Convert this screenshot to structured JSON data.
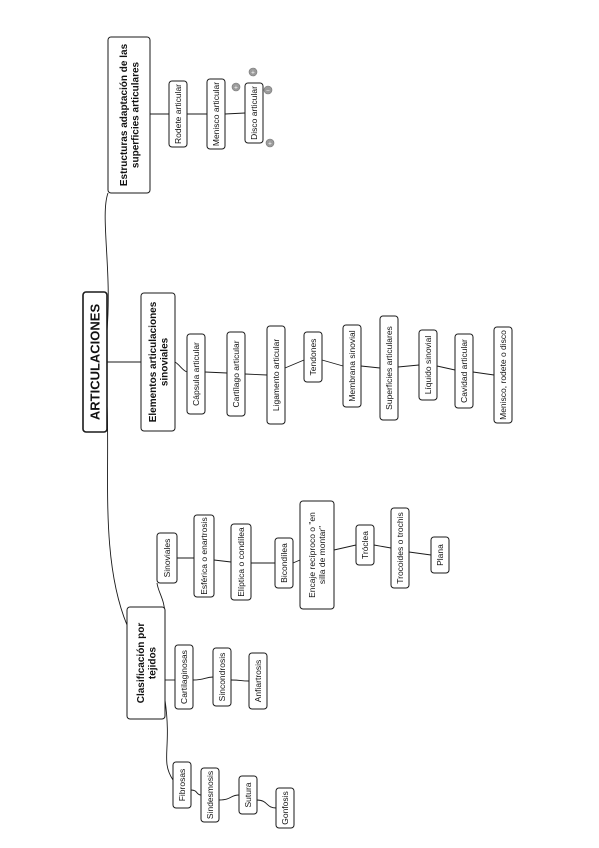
{
  "title": "ARTICULACIONES",
  "branches": {
    "clasificacion": {
      "label": [
        "Clasificación por",
        "tejidos"
      ],
      "fibrosas": "Fibrosas",
      "sindesmosis": "Sindesmosis",
      "sutura": "Sutura",
      "gonfosis": "Gonfosis",
      "cartilaginosas": "Cartilaginosas",
      "sincondrosis": "Sincondrosis",
      "anfiartrosis": "Anfiartrosis",
      "sinoviales": "Sinoviales",
      "esferica": "Esférica o enartrosis",
      "eliptica": "Elíptica o condílea",
      "bicondilea": "Bicondílea",
      "encaje": [
        "Encaje recíproco o \"en",
        "silla de montar\""
      ],
      "troclea": "Tróclea",
      "trocoides": "Trocoides o trochis",
      "plana": "Plana"
    },
    "elementos": {
      "label": [
        "Elementos articulaciones",
        "sinoviales"
      ],
      "items": [
        "Cápsula articular",
        "Cartílago articular",
        "Ligamento articular",
        "Tendones",
        "Membrana sinovial",
        "Superficies articulares",
        "Líquido sinovial",
        "Cavidad articular",
        "Menisco, rodete o disco"
      ]
    },
    "estructuras": {
      "label": [
        "Estructuras adaptación de las",
        "superficies articulares"
      ],
      "items": [
        "Rodete articular",
        "Menisco articular",
        "Disco articular"
      ]
    }
  },
  "handles": [
    "+",
    "+",
    "−",
    "+"
  ]
}
